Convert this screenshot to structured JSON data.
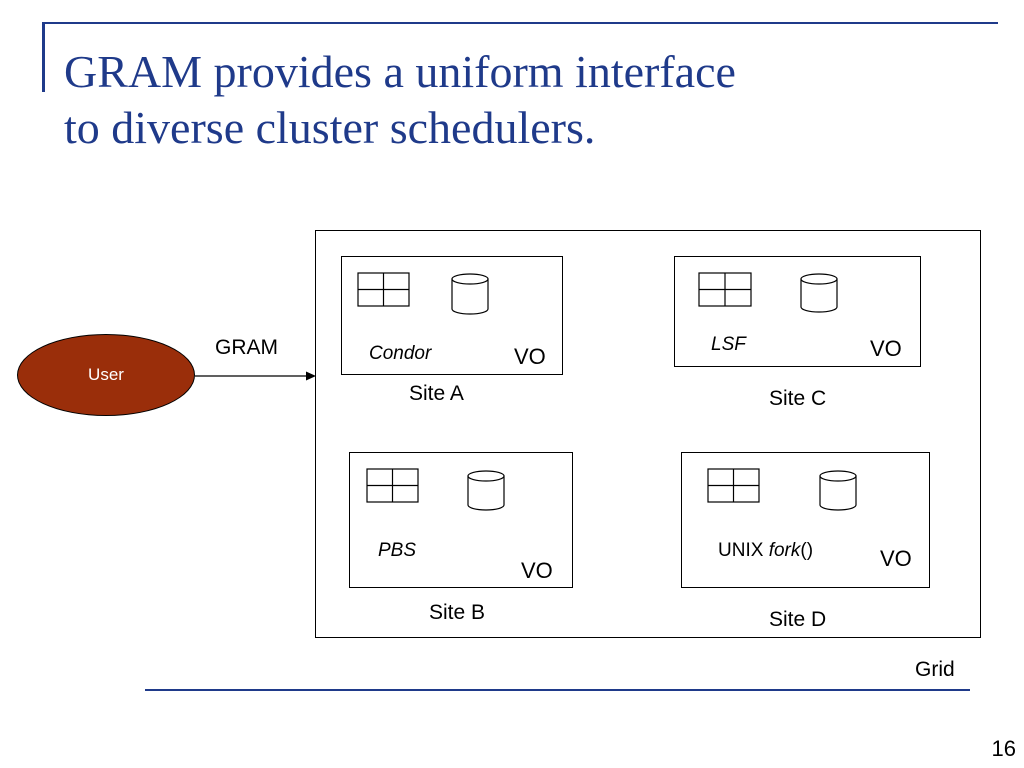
{
  "slide": {
    "title_line1": "GRAM provides a uniform interface",
    "title_line2": "to diverse cluster schedulers.",
    "page_number": "16"
  },
  "user": {
    "label": "User"
  },
  "connector": {
    "label": "GRAM"
  },
  "grid": {
    "label": "Grid"
  },
  "sites": {
    "a": {
      "name": "Site A",
      "scheduler": "Condor",
      "vo": "VO"
    },
    "b": {
      "name": "Site B",
      "scheduler": "PBS",
      "vo": "VO"
    },
    "c": {
      "name": "Site C",
      "scheduler": "LSF",
      "vo": "VO"
    },
    "d": {
      "name": "Site D",
      "scheduler_prefix": "UNIX",
      "scheduler_italic": "fork",
      "scheduler_suffix": "()",
      "vo": "VO"
    }
  },
  "colors": {
    "title": "#1f3a8a",
    "rules": "#1f3a8a",
    "user_fill": "#9a2e0a"
  }
}
